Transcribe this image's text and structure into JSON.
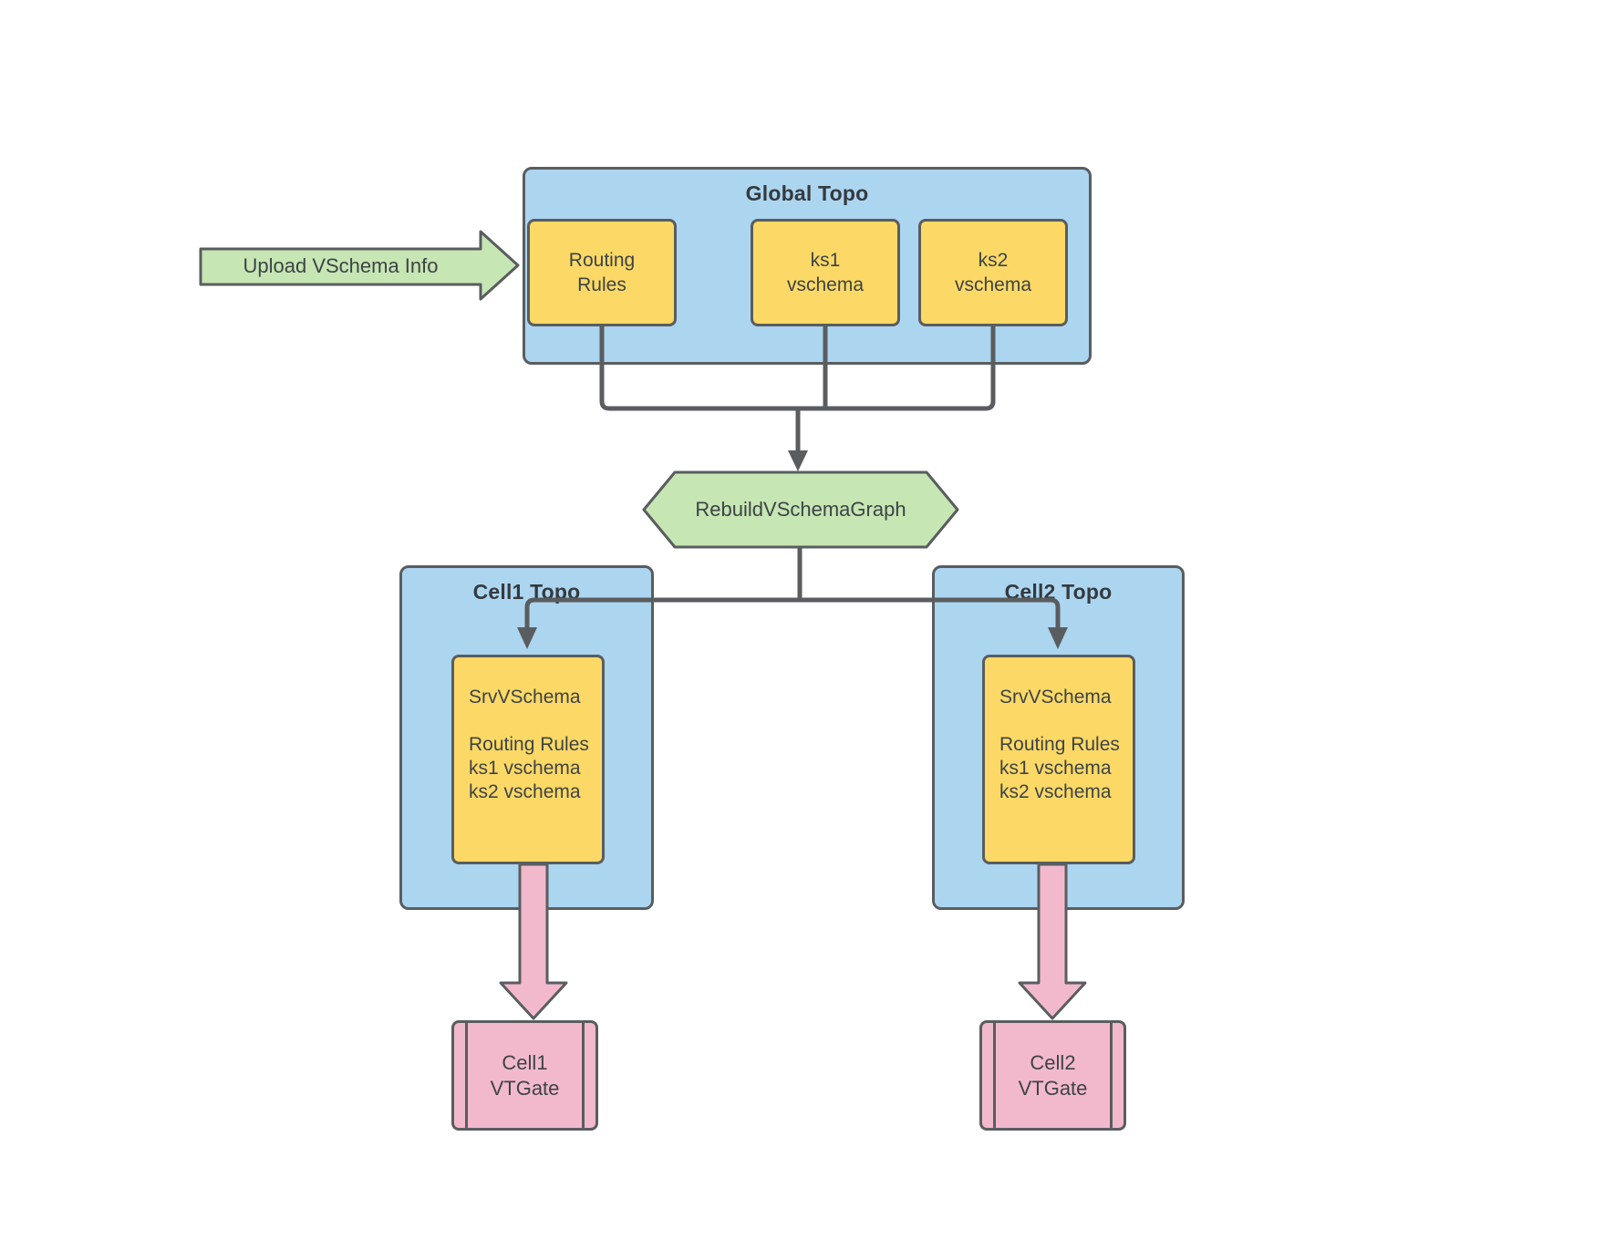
{
  "upload_arrow": {
    "label": "Upload VSchema Info"
  },
  "global_topo": {
    "title": "Global Topo",
    "items": [
      {
        "id": "routing-rules",
        "label": "Routing\nRules"
      },
      {
        "id": "ks1-vschema",
        "label": "ks1\nvschema"
      },
      {
        "id": "ks2-vschema",
        "label": "ks2\nvschema"
      }
    ]
  },
  "rebuild_step": {
    "label": "RebuildVSchemaGraph"
  },
  "cells": [
    {
      "id": "cell1",
      "title": "Cell1 Topo",
      "srv_vschema": "SrvVSchema\n\nRouting Rules\nks1 vschema\nks2 vschema",
      "vtgate": "Cell1\nVTGate"
    },
    {
      "id": "cell2",
      "title": "Cell2 Topo",
      "srv_vschema": "SrvVSchema\n\nRouting Rules\nks1 vschema\nks2 vschema",
      "vtgate": "Cell2\nVTGate"
    }
  ],
  "colors": {
    "blue_fill": "#acd5f0",
    "yellow_fill": "#fcd966",
    "green_fill": "#c6e6b3",
    "pink_fill": "#f2b9cc",
    "stroke": "#5a5d5f",
    "text": "#3e4347"
  }
}
